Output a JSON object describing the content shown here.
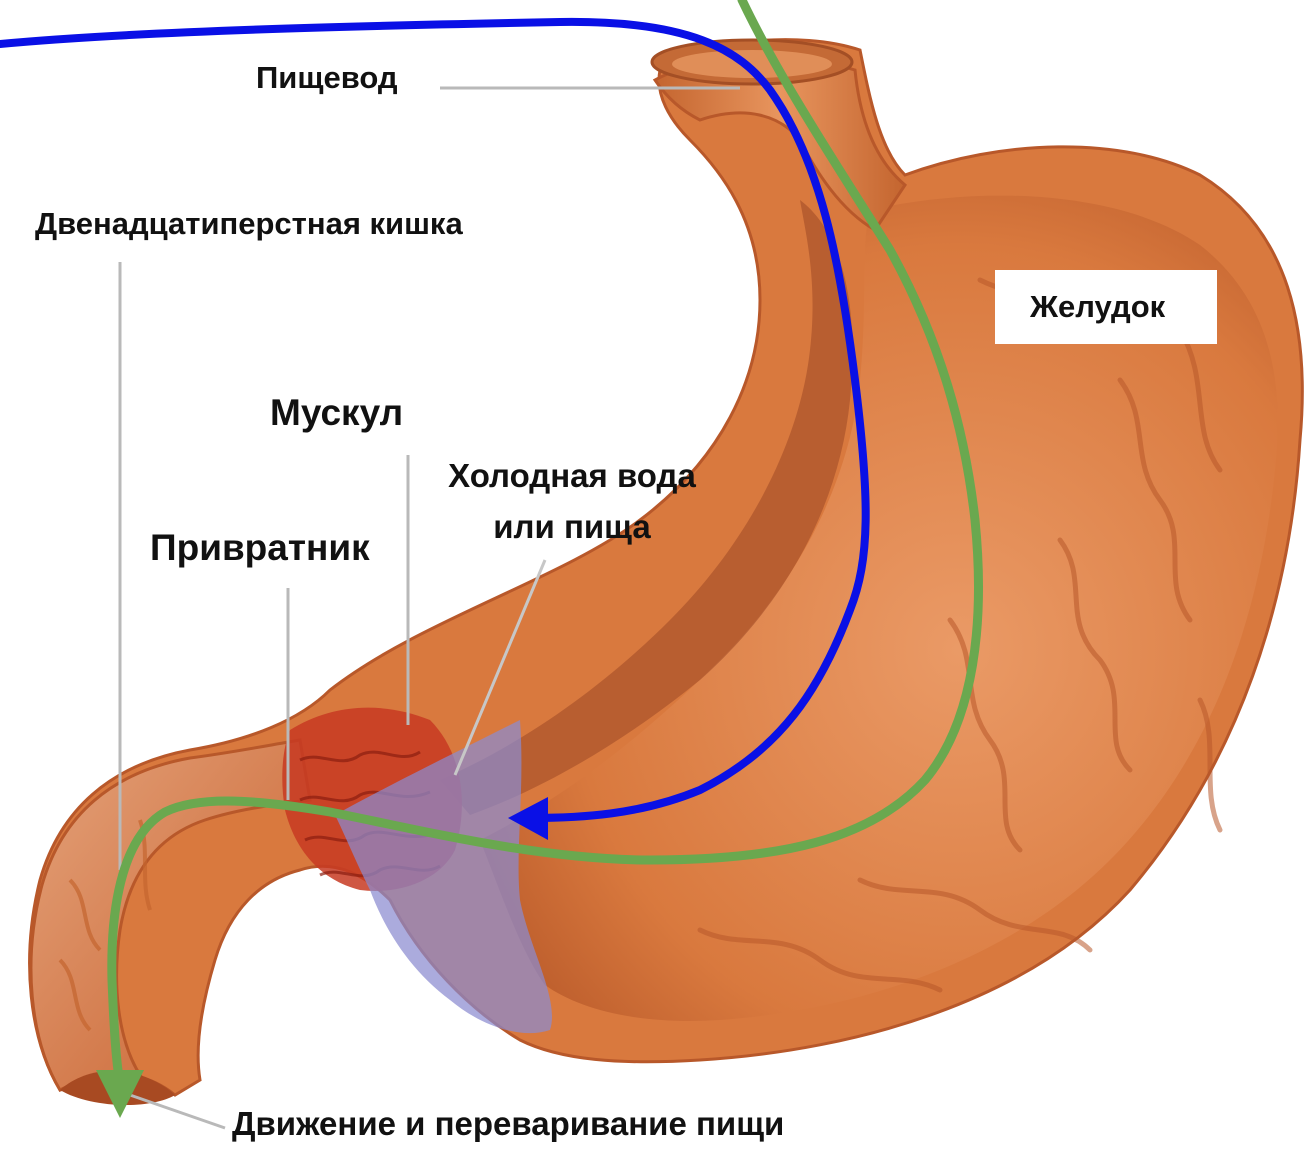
{
  "labels": {
    "esophagus": "Пищевод",
    "duodenum": "Двенадцатиперстная кишка",
    "stomach": "Желудок",
    "muscle": "Мускул",
    "cold_line1": "Холодная вода",
    "cold_line2": "или пища",
    "pylorus": "Привратник",
    "movement": "Движение и переваривание пищи"
  },
  "colors": {
    "stomach_fill": "#d9793e",
    "stomach_inner": "#e59563",
    "stomach_dark": "#8a4424",
    "blue_arrow": "#0a10e6",
    "green_arrow": "#6aa84f",
    "cold_region": "#8a8ad0",
    "leader_line": "#b9b9b9"
  }
}
